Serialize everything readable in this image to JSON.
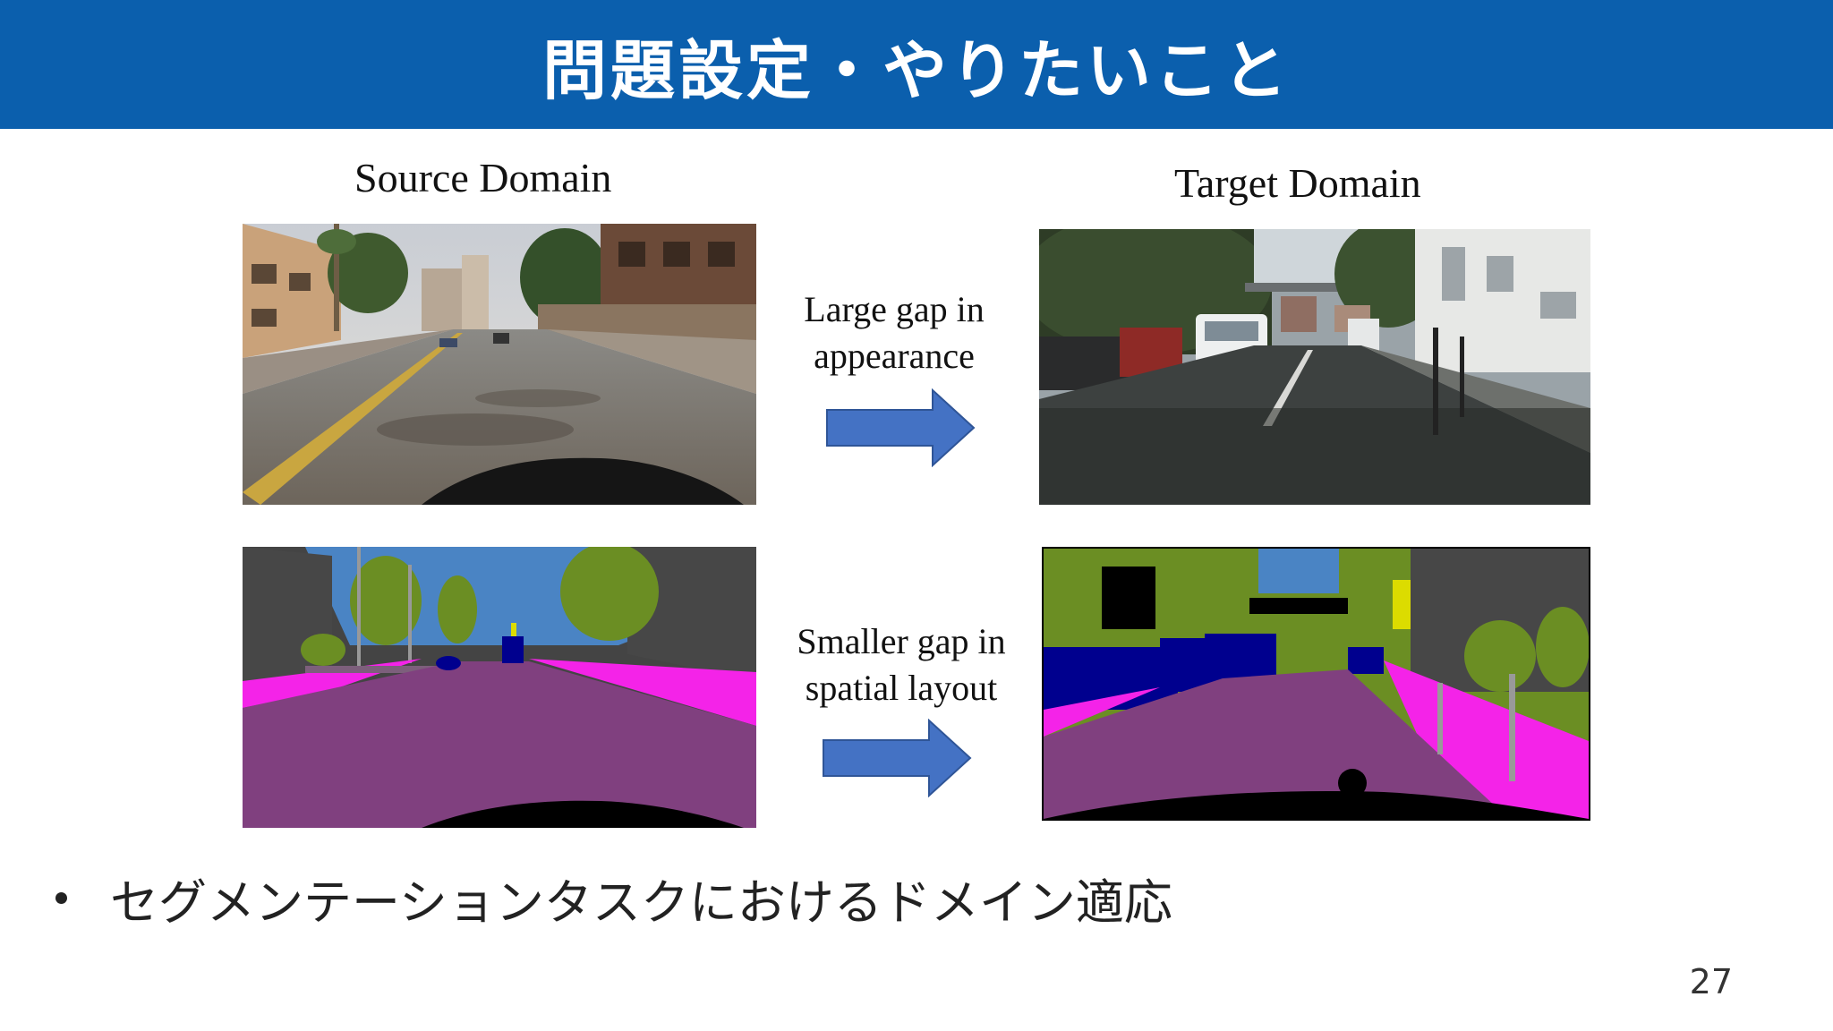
{
  "slide": {
    "title": "問題設定・やりたいこと",
    "page_number": "27",
    "accent_color": "#0b5fad"
  },
  "figure": {
    "source_heading": "Source Domain",
    "target_heading": "Target Domain",
    "appearance_gap": {
      "line1": "Large gap in",
      "line2": "appearance"
    },
    "layout_gap": {
      "line1": "Smaller gap in",
      "line2": "spatial layout"
    },
    "arrow_icon": "right-arrow-icon",
    "arrow_color": "#4472c4"
  },
  "bullets": [
    "セグメンテーションタスクにおけるドメイン適応"
  ]
}
